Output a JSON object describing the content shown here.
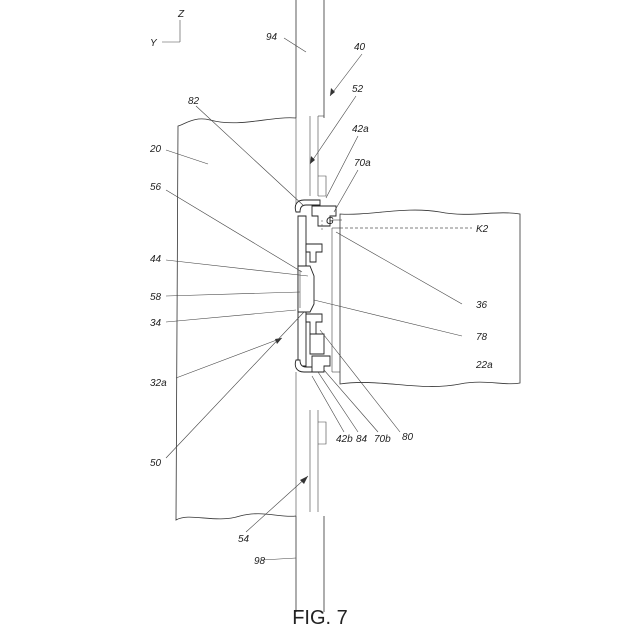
{
  "axes": {
    "z": "Z",
    "y": "Y"
  },
  "labels": {
    "l94": "94",
    "l40": "40",
    "l52": "52",
    "l82": "82",
    "l42a": "42a",
    "l20": "20",
    "l70a": "70a",
    "l56": "56",
    "lG": "G",
    "lK2": "K2",
    "l44": "44",
    "l36": "36",
    "l58": "58",
    "l34": "34",
    "l78": "78",
    "l22a": "22a",
    "l32a": "32a",
    "l42b": "42b",
    "l84": "84",
    "l70b": "70b",
    "l80": "80",
    "l50": "50",
    "l54": "54",
    "l98": "98"
  },
  "caption": "FIG. 7"
}
